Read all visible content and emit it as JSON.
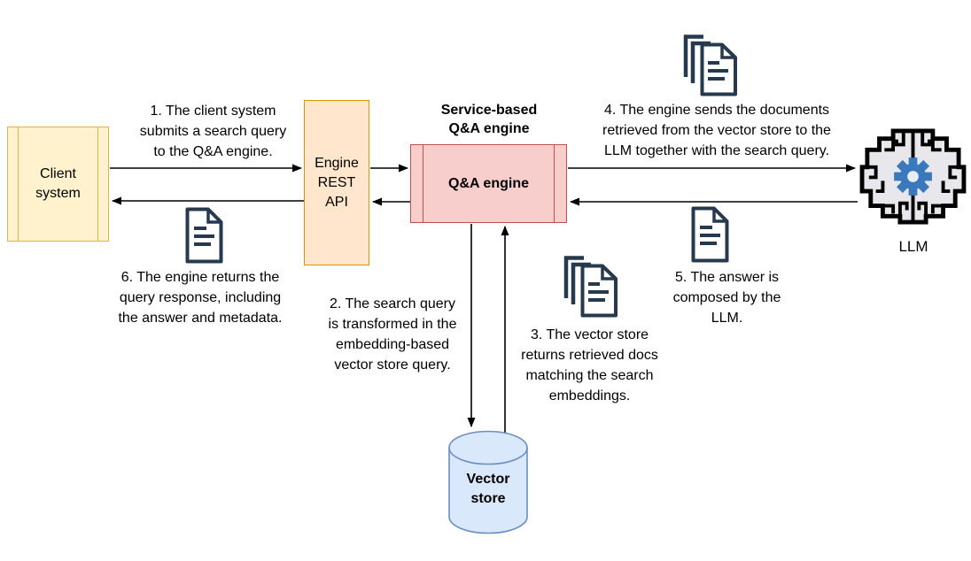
{
  "diagram": {
    "nodes": {
      "client": {
        "label": "Client\nsystem"
      },
      "api": {
        "label": "Engine\nREST\nAPI"
      },
      "qa": {
        "title": "Service-based\nQ&A engine",
        "label": "Q&A engine"
      },
      "vector": {
        "label": "Vector\nstore"
      },
      "llm": {
        "label": "LLM"
      }
    },
    "steps": [
      {
        "text": "1. The client system\nsubmits a search query\nto the Q&A engine."
      },
      {
        "text": "2. The search query\nis transformed in the\nembedding-based\nvector store query."
      },
      {
        "text": "3. The vector store\nreturns retrieved docs\nmatching the search\nembeddings."
      },
      {
        "text": "4. The engine sends the documents\nretrieved from the vector store to the\nLLM together with the search query."
      },
      {
        "text": "5. The answer is\ncomposed by the\nLLM."
      },
      {
        "text": "6. The engine returns the\nquery response, including\nthe answer and metadata."
      }
    ],
    "icons": {
      "document": "document-icon",
      "documents_stack": "documents-stack-icon",
      "brain_gear": "brain-gear-icon",
      "database_cylinder": "database-cylinder-icon"
    },
    "colors": {
      "client_fill": "#FFF2CC",
      "client_border": "#D6B656",
      "api_fill": "#FFE6CC",
      "api_border": "#D79B00",
      "qa_fill": "#F8CECC",
      "qa_border": "#B85450",
      "vector_fill": "#DAE8FC",
      "vector_border": "#6C8EBF",
      "doc_icon": "#26394D",
      "brain_fill": "#E8E8EC",
      "gear_blue": "#3A79BB",
      "arrow": "#000000"
    }
  }
}
